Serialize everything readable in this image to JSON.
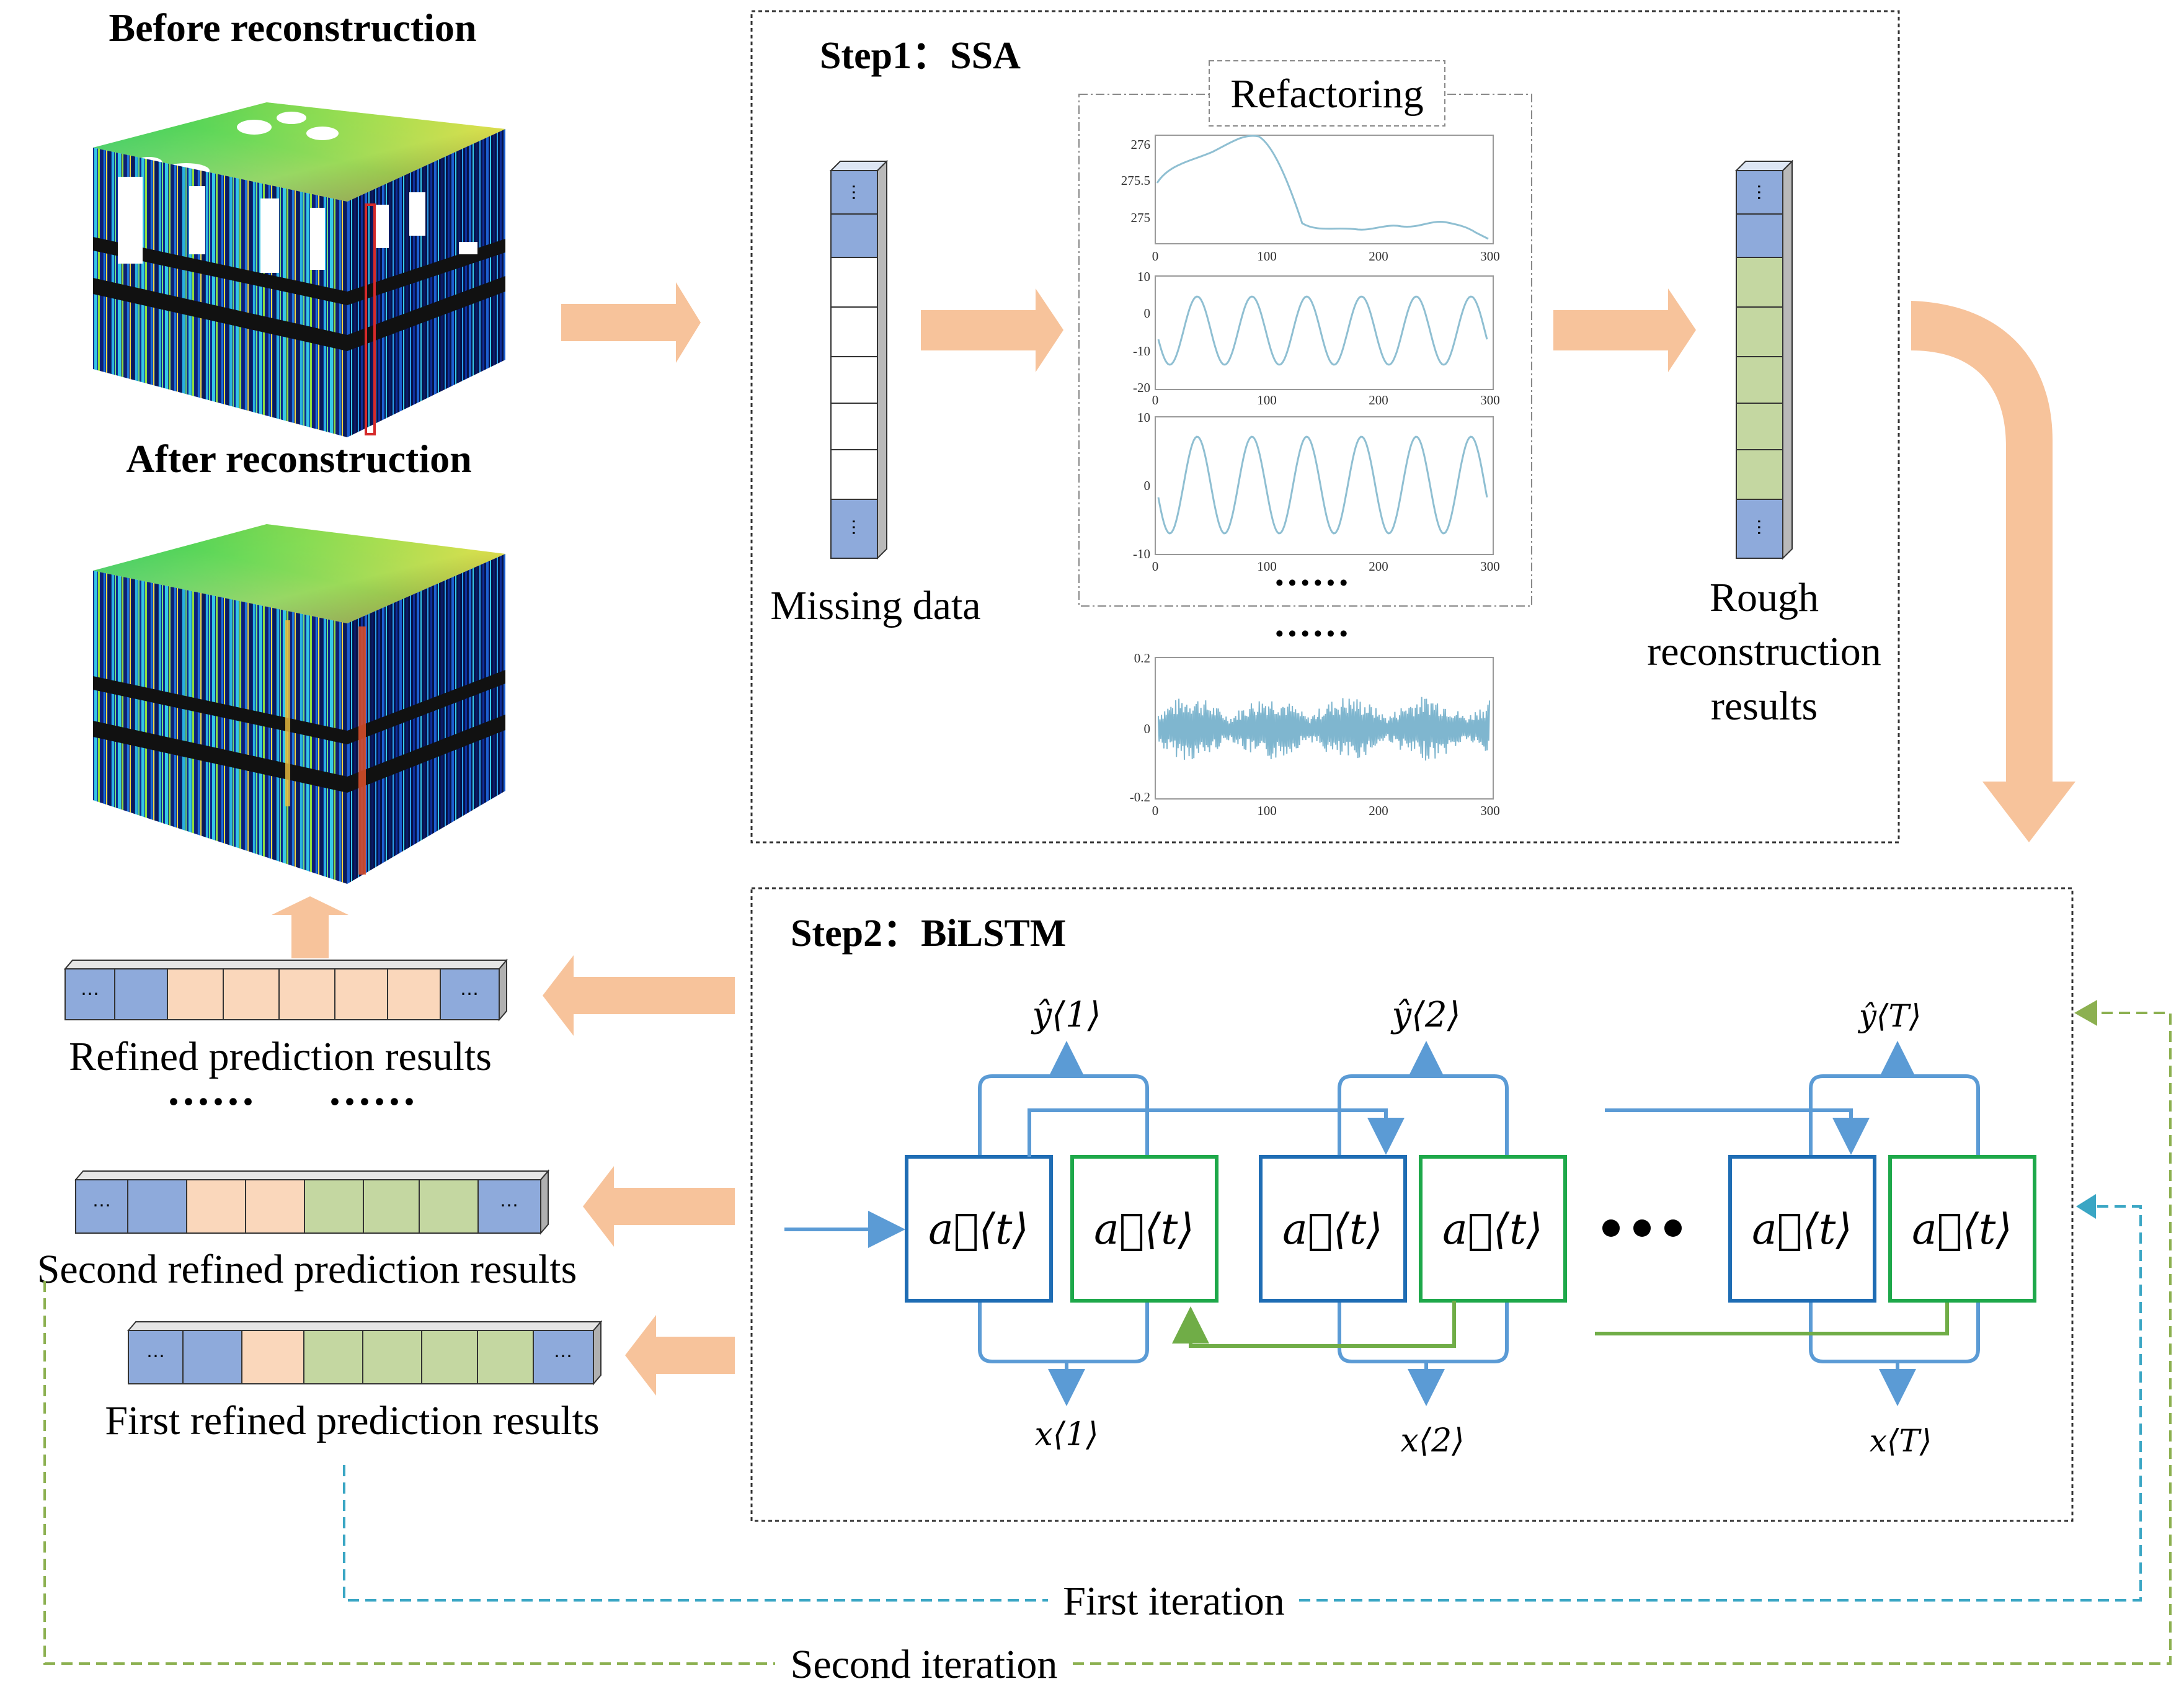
{
  "colors": {
    "arrow": "#f7c39b",
    "blue_cell": "#8eaadb",
    "peach_cell": "#fad7bb",
    "green_cell": "#c4d7a1",
    "lstm_blue": "#1f6db4",
    "lstm_green": "#1ea84a",
    "signal": "#8fbfd2",
    "iter1": "#3aa6c4",
    "iter2": "#8cb050"
  },
  "labels": {
    "before": "Before reconstruction",
    "after": "After reconstruction",
    "step1": "Step1：SSA",
    "step2": "Step2：BiLSTM",
    "refactoring": "Refactoring",
    "missing": "Missing data",
    "rough1": "Rough",
    "rough2": "reconstruction",
    "rough3": "results",
    "refined": "Refined prediction results",
    "second_refined": "Second refined prediction results",
    "first_refined": "First refined prediction results",
    "first_iter": "First iteration",
    "second_iter": "Second iteration",
    "dots": "······",
    "ellipsis": "⋯",
    "y1": "ŷ⟨1⟩",
    "y2": "ŷ⟨2⟩",
    "yT": "ŷ⟨T⟩",
    "x1": "x⟨1⟩",
    "x2": "x⟨2⟩",
    "xT": "x⟨T⟩",
    "a_fwd": "a⃗⟨t⟩",
    "a_bwd": "a⃖⟨t⟩"
  },
  "plots": {
    "p1": {
      "yticks": [
        "276",
        "275.5",
        "275"
      ],
      "xticks": [
        "0",
        "100",
        "200",
        "300"
      ]
    },
    "p2": {
      "yticks": [
        "10",
        "0",
        "-10",
        "-20"
      ],
      "xticks": [
        "0",
        "100",
        "200",
        "300"
      ]
    },
    "p3": {
      "yticks": [
        "10",
        "0",
        "-10"
      ],
      "xticks": [
        "0",
        "100",
        "200",
        "300"
      ]
    },
    "p4": {
      "yticks": [
        "0.2",
        "0",
        "-0.2"
      ],
      "xticks": [
        "0",
        "100",
        "200",
        "300"
      ]
    }
  }
}
